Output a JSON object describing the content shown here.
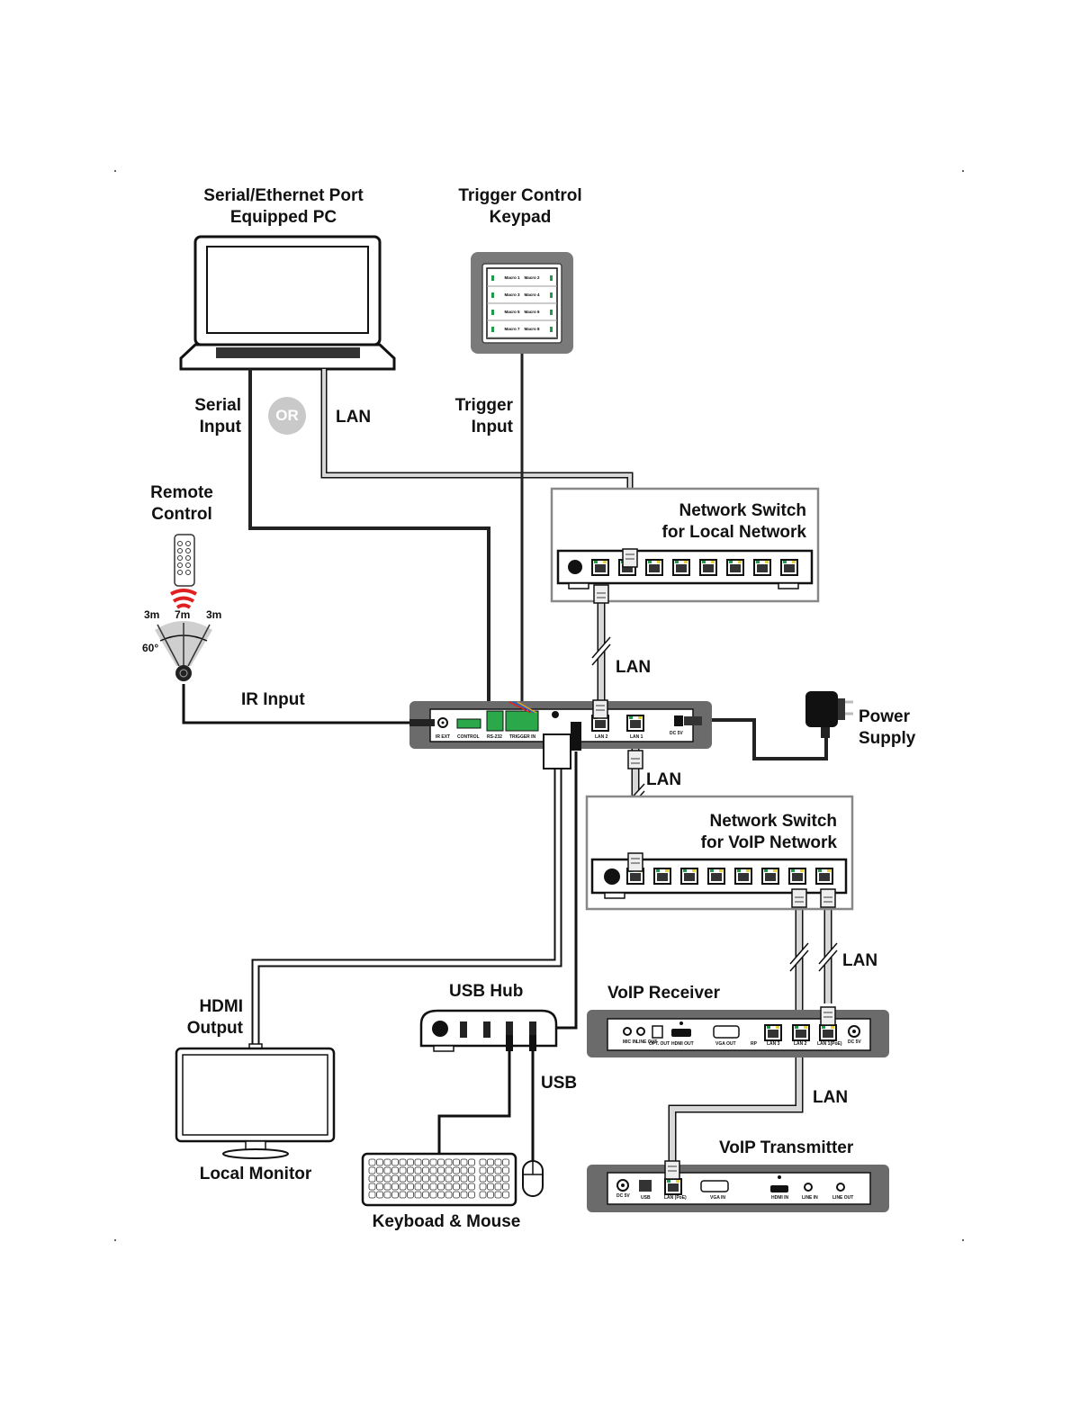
{
  "devices": {
    "pc": {
      "title_line1": "Serial/Ethernet Port",
      "title_line2": "Equipped PC"
    },
    "keypad": {
      "title_line1": "Trigger Control",
      "title_line2": "Keypad",
      "buttons": [
        "Macro 1",
        "Macro 2",
        "Macro 3",
        "Macro 4",
        "Macro 5",
        "Macro 6",
        "Macro 7",
        "Macro 8"
      ]
    },
    "remote": {
      "title_line1": "Remote",
      "title_line2": "Control",
      "range_left": "3m",
      "range_center": "7m",
      "range_right": "3m",
      "angle": "60°"
    },
    "switch_local": {
      "title_line1": "Network Switch",
      "title_line2": "for Local Network"
    },
    "switch_voip": {
      "title_line1": "Network Switch",
      "title_line2": "for VoIP Network"
    },
    "main_unit": {
      "ports": [
        "IR EXT",
        "CONTROL",
        "RS-232",
        "TRIGGER IN",
        "LAN 2",
        "LAN 1",
        "DC 5V"
      ]
    },
    "power": {
      "title_line1": "Power",
      "title_line2": "Supply"
    },
    "usb_hub": {
      "title": "USB Hub"
    },
    "voip_receiver": {
      "title": "VoIP Receiver",
      "ports": [
        "MIC IN",
        "LINE OUT",
        "OPT. OUT",
        "HDMI OUT",
        "VGA OUT",
        "RP",
        "LAN 3",
        "LAN 2",
        "LAN 1(PoE)",
        "DC 5V"
      ]
    },
    "voip_transmitter": {
      "title": "VoIP Transmitter",
      "ports": [
        "DC 5V",
        "USB",
        "LAN (PoE)",
        "VGA IN",
        "HDMI IN",
        "LINE IN",
        "LINE OUT"
      ]
    },
    "monitor": {
      "title": "Local Monitor"
    },
    "keyboard_mouse": {
      "title": "Keyboad & Mouse"
    }
  },
  "connections": {
    "serial_input_line1": "Serial",
    "serial_input_line2": "Input",
    "or_badge": "OR",
    "pc_lan": "LAN",
    "trigger_input_line1": "Trigger",
    "trigger_input_line2": "Input",
    "ir_input": "IR Input",
    "lan_local": "LAN",
    "lan_voip_switch": "LAN",
    "lan_receiver": "LAN",
    "lan_transmitter": "LAN",
    "hdmi_output_line1": "HDMI",
    "hdmi_output_line2": "Output",
    "usb": "USB"
  },
  "colors": {
    "line_dark": "#111111",
    "cable_gray": "#d0d0d0",
    "device_gray": "#6b6b6b",
    "frame_gray": "#8f8f8f",
    "led_green": "#1f9a4a",
    "led_yellow": "#e8d23a",
    "ir_red": "#e02020",
    "terminal_green": "#2aa84a"
  }
}
